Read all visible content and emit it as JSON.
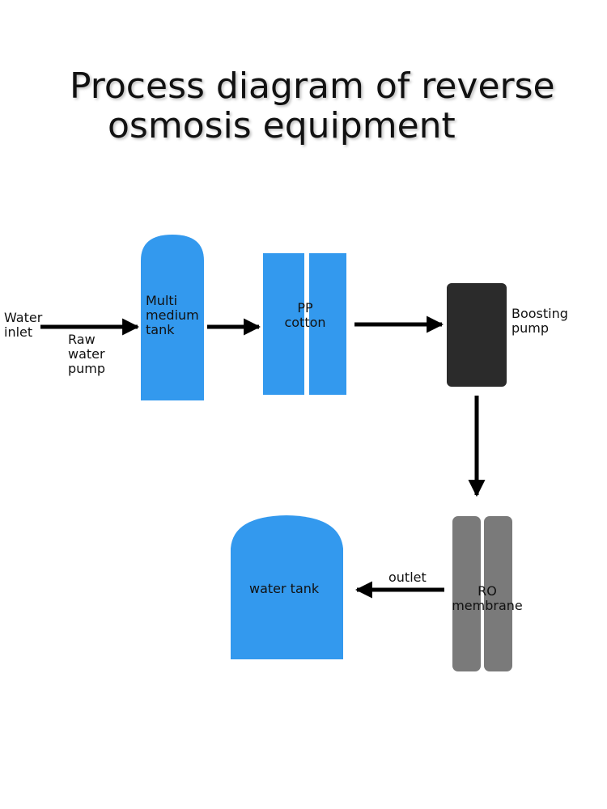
{
  "title": {
    "line1": "Process diagram of reverse",
    "line2": "osmosis equipment"
  },
  "labels": {
    "water_inlet": [
      "Water",
      "inlet"
    ],
    "raw_water_pump": [
      "Raw",
      "water",
      "pump"
    ],
    "multi_medium_tank": [
      "Multi",
      "medium",
      "tank"
    ],
    "pp_cotton": [
      "PP",
      "cotton"
    ],
    "boosting_pump": [
      "Boosting",
      "pump"
    ],
    "ro_membrane": [
      "RO",
      "membrane"
    ],
    "outlet": "outlet",
    "water_tank": "water tank"
  },
  "colors": {
    "tank_blue": "#3399ee",
    "pump_dark": "#2b2b2b",
    "membrane_gray": "#7a7a7a",
    "arrow": "#000000"
  }
}
